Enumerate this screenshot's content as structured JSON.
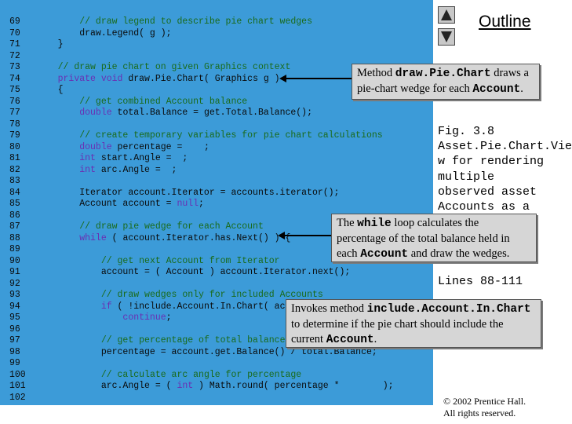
{
  "outline": {
    "title": "Outline"
  },
  "code_lines": [
    {
      "n": "69",
      "segs": [
        {
          "t": "        "
        },
        {
          "t": "// draw legend to describe pie chart wedges",
          "c": "cm"
        }
      ]
    },
    {
      "n": "70",
      "segs": [
        {
          "t": "        draw.Legend( g );"
        }
      ]
    },
    {
      "n": "71",
      "segs": [
        {
          "t": "    }"
        }
      ]
    },
    {
      "n": "72",
      "segs": []
    },
    {
      "n": "73",
      "segs": [
        {
          "t": "    "
        },
        {
          "t": "// draw pie chart on given Graphics context",
          "c": "cm"
        }
      ]
    },
    {
      "n": "74",
      "segs": [
        {
          "t": "    "
        },
        {
          "t": "private void",
          "c": "kw"
        },
        {
          "t": " draw.Pie.Chart( Graphics g )"
        }
      ]
    },
    {
      "n": "75",
      "segs": [
        {
          "t": "    {"
        }
      ]
    },
    {
      "n": "76",
      "segs": [
        {
          "t": "        "
        },
        {
          "t": "// get combined Account balance",
          "c": "cm"
        }
      ]
    },
    {
      "n": "77",
      "segs": [
        {
          "t": "        "
        },
        {
          "t": "double",
          "c": "kw"
        },
        {
          "t": " total.Balance = get.Total.Balance();"
        }
      ]
    },
    {
      "n": "78",
      "segs": []
    },
    {
      "n": "79",
      "segs": [
        {
          "t": "        "
        },
        {
          "t": "// create temporary variables for pie chart calculations",
          "c": "cm"
        }
      ]
    },
    {
      "n": "80",
      "segs": [
        {
          "t": "        "
        },
        {
          "t": "double",
          "c": "kw"
        },
        {
          "t": " percentage =    ;"
        }
      ]
    },
    {
      "n": "81",
      "segs": [
        {
          "t": "        "
        },
        {
          "t": "int",
          "c": "kw"
        },
        {
          "t": " start.Angle =  ;"
        }
      ]
    },
    {
      "n": "82",
      "segs": [
        {
          "t": "        "
        },
        {
          "t": "int",
          "c": "kw"
        },
        {
          "t": " arc.Angle =  ;"
        }
      ]
    },
    {
      "n": "83",
      "segs": []
    },
    {
      "n": "84",
      "segs": [
        {
          "t": "        Iterator account.Iterator = accounts.iterator();"
        }
      ]
    },
    {
      "n": "85",
      "segs": [
        {
          "t": "        Account account = "
        },
        {
          "t": "null",
          "c": "kw"
        },
        {
          "t": ";"
        }
      ]
    },
    {
      "n": "86",
      "segs": []
    },
    {
      "n": "87",
      "segs": [
        {
          "t": "        "
        },
        {
          "t": "// draw pie wedge for each Account",
          "c": "cm"
        }
      ]
    },
    {
      "n": "88",
      "segs": [
        {
          "t": "        "
        },
        {
          "t": "while",
          "c": "kw"
        },
        {
          "t": " ( account.Iterator.has.Next() ) {"
        }
      ]
    },
    {
      "n": "89",
      "segs": []
    },
    {
      "n": "90",
      "segs": [
        {
          "t": "            "
        },
        {
          "t": "// get next Account from Iterator",
          "c": "cm"
        }
      ]
    },
    {
      "n": "91",
      "segs": [
        {
          "t": "            account = ( Account ) account.Iterator.next();"
        }
      ]
    },
    {
      "n": "92",
      "segs": []
    },
    {
      "n": "93",
      "segs": [
        {
          "t": "            "
        },
        {
          "t": "// draw wedges only for included Accounts",
          "c": "cm"
        }
      ]
    },
    {
      "n": "94",
      "segs": [
        {
          "t": "            "
        },
        {
          "t": "if",
          "c": "kw"
        },
        {
          "t": " ( !include.Account.In.Chart( accou"
        }
      ]
    },
    {
      "n": "95",
      "segs": [
        {
          "t": "                "
        },
        {
          "t": "continue",
          "c": "kw"
        },
        {
          "t": ";"
        }
      ]
    },
    {
      "n": "96",
      "segs": []
    },
    {
      "n": "97",
      "segs": [
        {
          "t": "            "
        },
        {
          "t": "// get percentage of total balance",
          "c": "cm"
        }
      ]
    },
    {
      "n": "98",
      "segs": [
        {
          "t": "            percentage = account.get.Balance() / total.Balance;"
        }
      ]
    },
    {
      "n": "99",
      "segs": []
    },
    {
      "n": "100",
      "segs": [
        {
          "t": "            "
        },
        {
          "t": "// calculate arc angle for percentage",
          "c": "cm"
        }
      ]
    },
    {
      "n": "101",
      "segs": [
        {
          "t": "            arc.Angle = ( "
        },
        {
          "t": "int",
          "c": "kw"
        },
        {
          "t": " ) Math.round( percentage *        );"
        }
      ]
    },
    {
      "n": "102",
      "segs": []
    }
  ],
  "callouts": {
    "method": [
      {
        "t": "Method "
      },
      {
        "t": "draw.Pie.Chart",
        "m": 1
      },
      {
        "t": " draws a"
      },
      {
        "br": 1
      },
      {
        "t": "pie-chart wedge for each "
      },
      {
        "t": "Account",
        "m": 1
      },
      {
        "t": "."
      }
    ],
    "while": [
      {
        "t": "The "
      },
      {
        "t": "while",
        "m": 1
      },
      {
        "t": " loop calculates the"
      },
      {
        "br": 1
      },
      {
        "t": "percentage of the total balance held in"
      },
      {
        "br": 1
      },
      {
        "t": "each "
      },
      {
        "t": "Account",
        "m": 1
      },
      {
        "t": " and draw the wedges."
      }
    ],
    "invokes": [
      {
        "t": "Invokes method "
      },
      {
        "t": "include.Account.In.Chart",
        "m": 1
      },
      {
        "br": 1
      },
      {
        "t": "to determine if the pie chart should include the"
      },
      {
        "br": 1
      },
      {
        "t": "current "
      },
      {
        "t": "Account",
        "m": 1
      },
      {
        "t": "."
      }
    ]
  },
  "sidebar": {
    "caption": "Fig. 3.8\nAsset.Pie.Chart.Vie\nw for rendering\nmultiple\nobserved asset\nAccounts as a",
    "lines_ref": "Lines 88-111"
  },
  "copyright": "© 2002 Prentice Hall.\nAll rights reserved."
}
